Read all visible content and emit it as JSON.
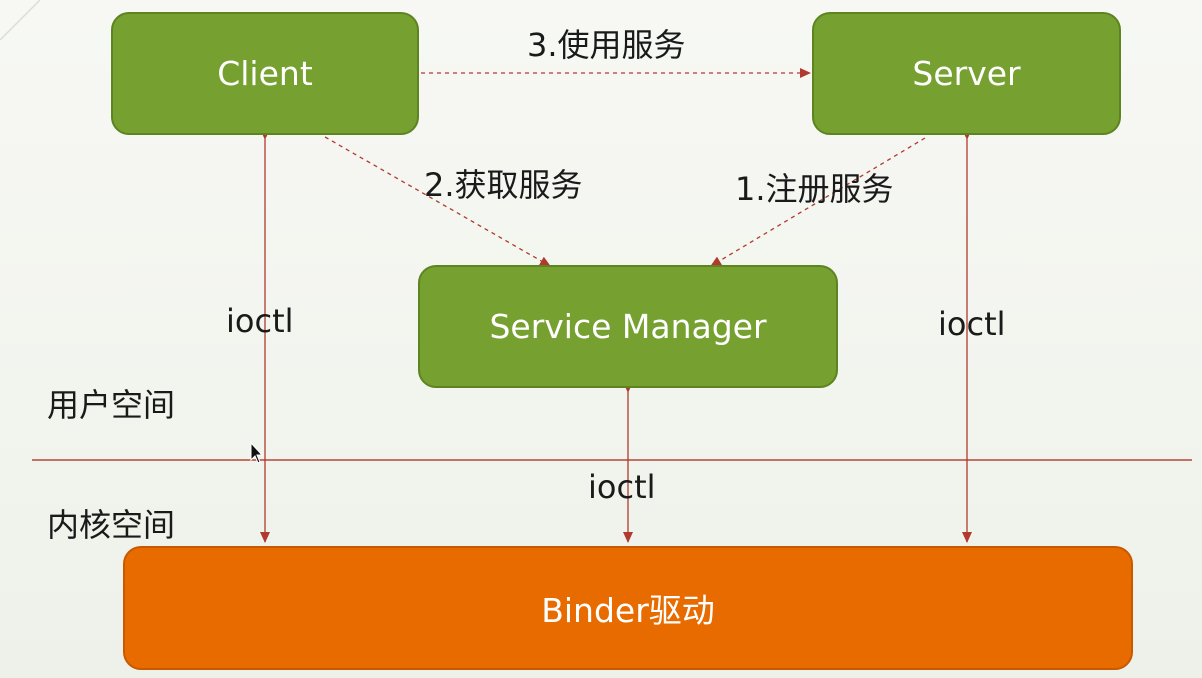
{
  "diagram": {
    "nodes": {
      "client": "Client",
      "server": "Server",
      "service_manager": "Service Manager",
      "binder": "Binder驱动"
    },
    "edges": {
      "use_service": "3.使用服务",
      "get_service": "2.获取服务",
      "register_service": "1.注册服务",
      "ioctl_client": "ioctl",
      "ioctl_server": "ioctl",
      "ioctl_service_manager": "ioctl"
    },
    "regions": {
      "user_space": "用户空间",
      "kernel_space": "内核空间"
    },
    "colors": {
      "node_green": "#76a030",
      "node_orange": "#e86b00",
      "arrow": "#b03a2e"
    }
  }
}
